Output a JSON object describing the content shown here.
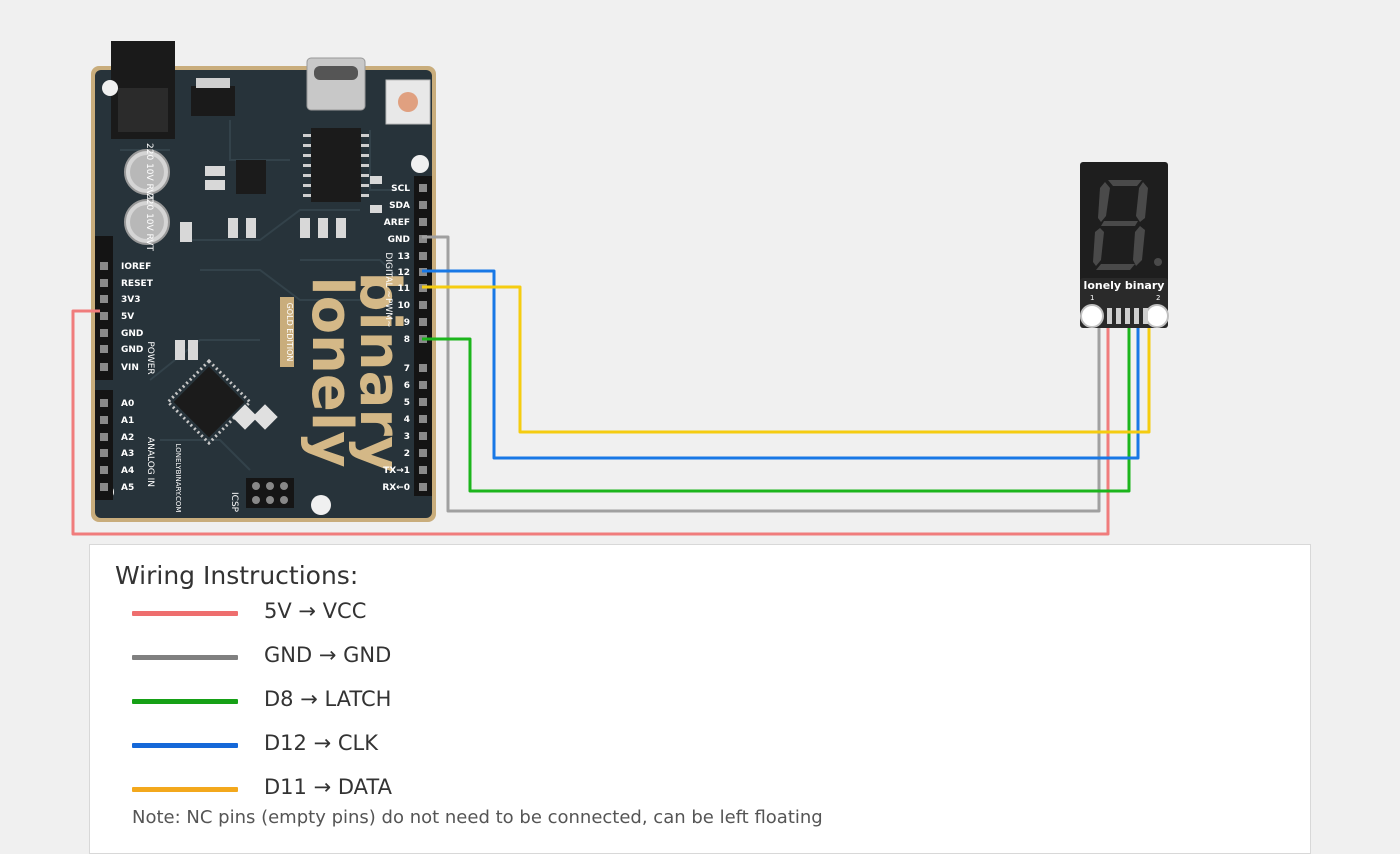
{
  "board": {
    "brand_line1": "lonely",
    "brand_line2": "binary",
    "edition": "GOLD EDITION",
    "cap_label": "220 10V RVT",
    "right_pins": [
      "SCL",
      "SDA",
      "AREF",
      "GND",
      "13",
      "12",
      "11",
      "10",
      "9",
      "8",
      "7",
      "6",
      "5",
      "4",
      "3",
      "2",
      "TX→1",
      "RX←0"
    ],
    "left_pins": [
      "IOREF",
      "RESET",
      "3V3",
      "5V",
      "GND",
      "GND",
      "VIN",
      "A0",
      "A1",
      "A2",
      "A3",
      "A4",
      "A5"
    ],
    "power_label": "POWER",
    "analog_label": "ANALOG IN",
    "digital_label": "DIGITAL ~PWM~",
    "icsp_label": "ICSP",
    "website": "LONELYBINARY.COM"
  },
  "module": {
    "brand": "lonely binary",
    "pin_1": "1",
    "pin_2": "2"
  },
  "wire_colors": {
    "vcc": "#f07c7c",
    "gnd": "#a0a0a0",
    "latch": "#1cb51c",
    "clk": "#1878e6",
    "data": "#f5cc10"
  },
  "instructions": {
    "title": "Wiring Instructions:",
    "items": [
      {
        "label": "5V → VCC",
        "color": "#ee6e6e"
      },
      {
        "label": "GND → GND",
        "color": "#808080"
      },
      {
        "label": "D8 → LATCH",
        "color": "#16a016"
      },
      {
        "label": "D12 → CLK",
        "color": "#1568d8"
      },
      {
        "label": "D11 → DATA",
        "color": "#f3a81c"
      }
    ],
    "note": "Note: NC pins (empty pins) do not need to be connected, can be left floating"
  }
}
